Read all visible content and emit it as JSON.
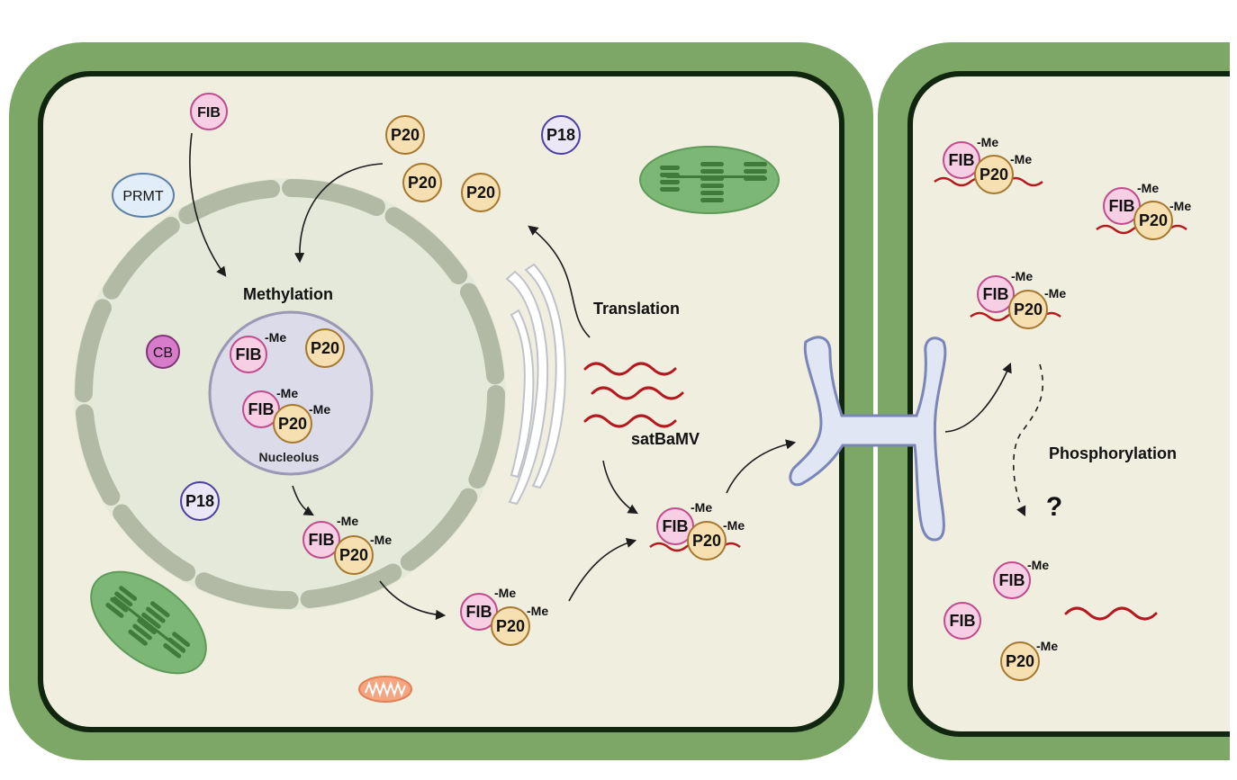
{
  "labels": {
    "methylation": "Methylation",
    "nucleolus": "Nucleolus",
    "translation": "Translation",
    "satbamv": "satBaMV",
    "phosphorylation": "Phosphorylation",
    "question": "?"
  },
  "proteins": {
    "fib": "FIB",
    "p20": "P20",
    "p18": "P18",
    "prmt": "PRMT",
    "cb": "CB",
    "me": "Me"
  },
  "colors": {
    "cell_wall": "#7ca767",
    "membrane": "#10260e",
    "cytoplasm": "#f0eedf",
    "nucleus": "#e5e9d9",
    "nuclear_envelope": "#b2baa6",
    "nucleolus_fill": "#dcdbea",
    "nucleolus_border": "#9a98b5",
    "fib_fill": "#f7cfe4",
    "fib_border": "#c04c8d",
    "p20_fill": "#f6dfb0",
    "p20_border": "#a6782f",
    "p18_fill": "#ebe7f7",
    "p18_border": "#4c3fa0",
    "prmt_fill": "#e1eef9",
    "prmt_border": "#5d7fa5",
    "cb_fill": "#d77bcb",
    "cb_border": "#803577",
    "rna": "#b3191e",
    "chloroplast": "#7cb776",
    "er": "#ffffff",
    "plasmodesma_fill": "#e1e6f5",
    "plasmodesma_border": "#7b86b8",
    "mitochondrion": "#f6a580"
  },
  "icons": [
    "chloroplast-icon",
    "mitochondrion-icon",
    "endoplasmic-reticulum-icon",
    "plasmodesma-icon",
    "rna-strand-icon",
    "arrow-icon"
  ]
}
